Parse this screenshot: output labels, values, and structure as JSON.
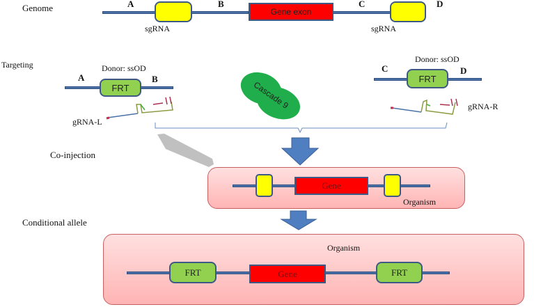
{
  "stages": {
    "genome": "Genome",
    "targeting": "Targeting",
    "coinjection": "Co-injection",
    "conditional": "Conditional allele"
  },
  "genome": {
    "site_a": "A",
    "site_b": "B",
    "site_c": "C",
    "site_d": "D",
    "exon_label": "Gene exon",
    "sgrna_left": "sgRNA",
    "sgrna_right": "sgRNA"
  },
  "targeting": {
    "donor_left_title": "Donor: ssOD",
    "donor_right_title": "Donor: ssOD",
    "left_a": "A",
    "left_b": "B",
    "right_c": "C",
    "right_d": "D",
    "frt_left": "FRT",
    "frt_right": "FRT",
    "grna_left": "gRNA-L",
    "grna_right": "gRNA-R",
    "enzyme": "Cascade 9"
  },
  "coinjection": {
    "gene_label": "Gene",
    "organism_label": "Organism"
  },
  "conditional": {
    "organism_label": "Organism",
    "frt_left": "FRT",
    "gene_label": "Gene",
    "frt_right": "FRT"
  },
  "colors": {
    "dna_line": "#4a72a8",
    "sgrna_box": "#ffff00",
    "gene_box": "#ff0000",
    "frt_box": "#92d050",
    "enzyme": "#1fae4b",
    "arrow": "#4f7fc0",
    "organism_fill": "#ffc8c8"
  }
}
